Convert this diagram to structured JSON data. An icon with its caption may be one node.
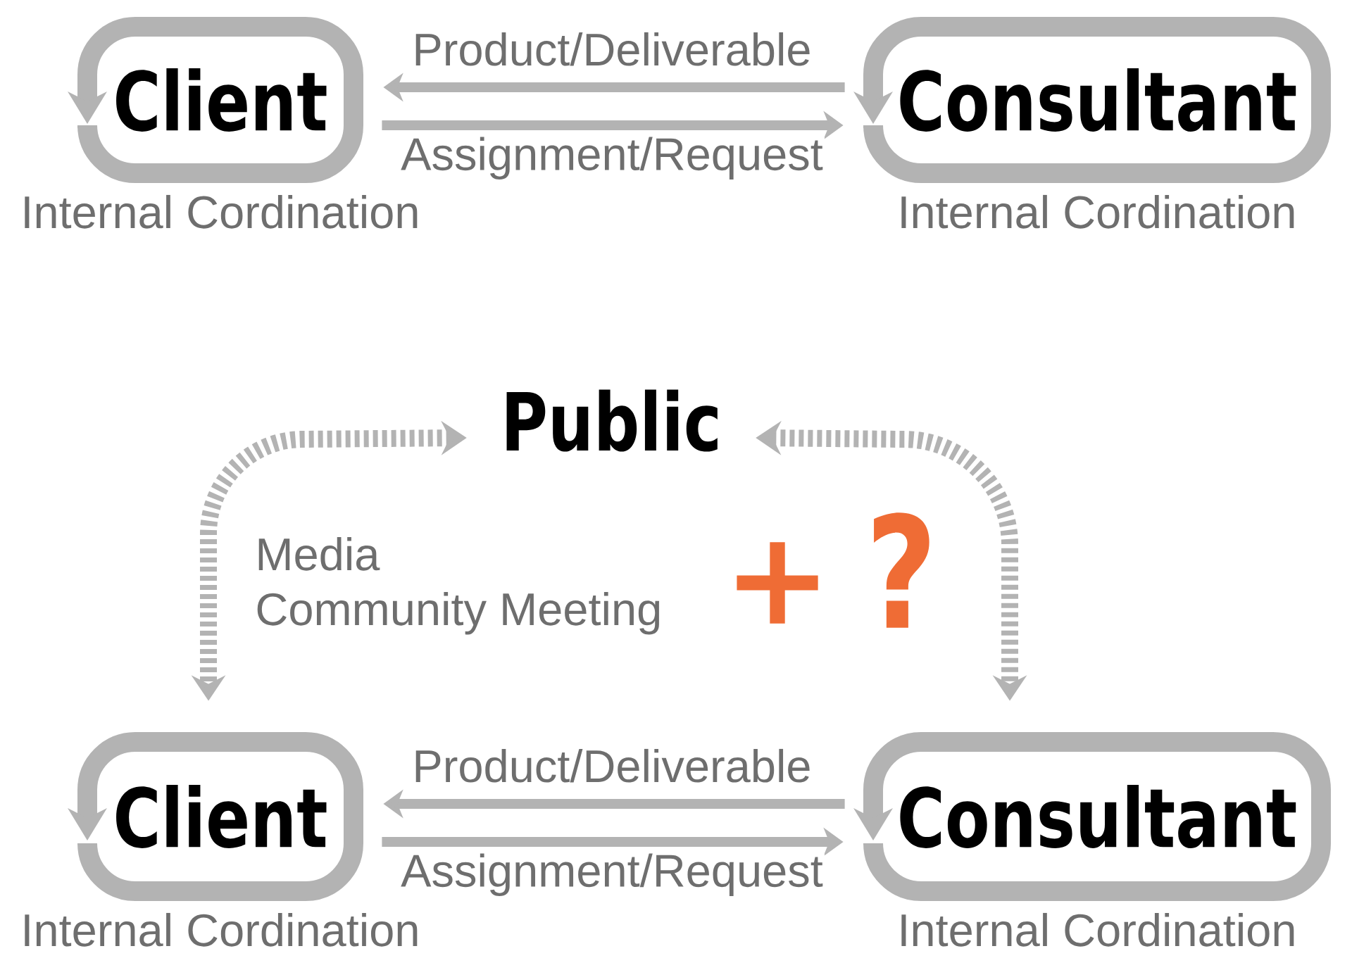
{
  "diagram": {
    "nodes": [
      {
        "text": [
          "Client"
        ],
        "beside": [
          "Internal Cordination"
        ]
      },
      {
        "text": [
          "Consultant"
        ],
        "beside": [
          "Internal Cordination"
        ]
      },
      {
        "text": [
          "Public"
        ]
      },
      {
        "text": [
          "Client"
        ],
        "beside": [
          "Internal Cordination"
        ]
      },
      {
        "text": [
          "Consultant"
        ],
        "beside": [
          "Internal Cordination"
        ]
      }
    ],
    "edges": [
      {
        "from": 1,
        "to": 0,
        "arrow": "to",
        "label": "Product/Deliverable"
      },
      {
        "from": 0,
        "to": 1,
        "arrow": "to",
        "label": "Assignment/Request"
      },
      {
        "from": 2,
        "to": 3,
        "arrow": "both",
        "style": "dashed"
      },
      {
        "from": 2,
        "to": 4,
        "arrow": "both",
        "style": "dashed"
      },
      {
        "from": 4,
        "to": 3,
        "arrow": "to",
        "label": "Product/Deliverable"
      },
      {
        "from": 3,
        "to": 4,
        "arrow": "to",
        "label": "Assignment/Request"
      }
    ],
    "labels": [
      "Media",
      "Community Meeting",
      "+",
      "?"
    ]
  }
}
